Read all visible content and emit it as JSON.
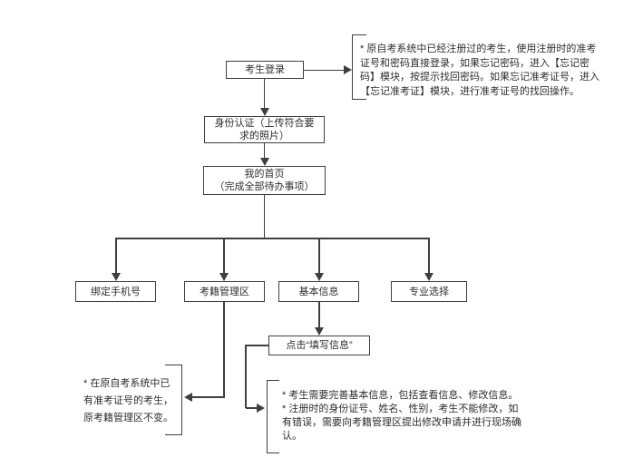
{
  "canvas": {
    "background": "#ffffff",
    "line_color": "#3f3f3f",
    "text_color": "#2e2e2e"
  },
  "nodes": {
    "login": {
      "label": "考生登录"
    },
    "identity": {
      "label": "身份认证（上传符合要\n求的照片）"
    },
    "home": {
      "label": "我的首页\n（完成全部待办事项）"
    },
    "bind_phone": {
      "label": "绑定手机号"
    },
    "records": {
      "label": "考籍管理区"
    },
    "basic_info": {
      "label": "基本信息"
    },
    "major": {
      "label": "专业选择"
    },
    "fill_info": {
      "label": "点击“填写信息”"
    }
  },
  "notes": {
    "login_note": "* 原自考系统中已经注册过的考生，使用注册时的准考\n证号和密码直接登录，如果忘记密码，进入【忘记密\n码】模块，按提示找回密码。如果忘记准考证号，进入\n【忘记准考证】模块，进行准考证号的找回操作。",
    "records_note": "* 在原自考系统中已\n有准考证号的考生，\n原考籍管理区不变。",
    "basic_info_note": "* 考生需要完善基本信息，包括查看信息、修改信息。\n* 注册时的身份证号、姓名、性别，考生不能修改，如\n有错误，需要向考籍管理区提出修改申请并进行现场确\n认。"
  }
}
